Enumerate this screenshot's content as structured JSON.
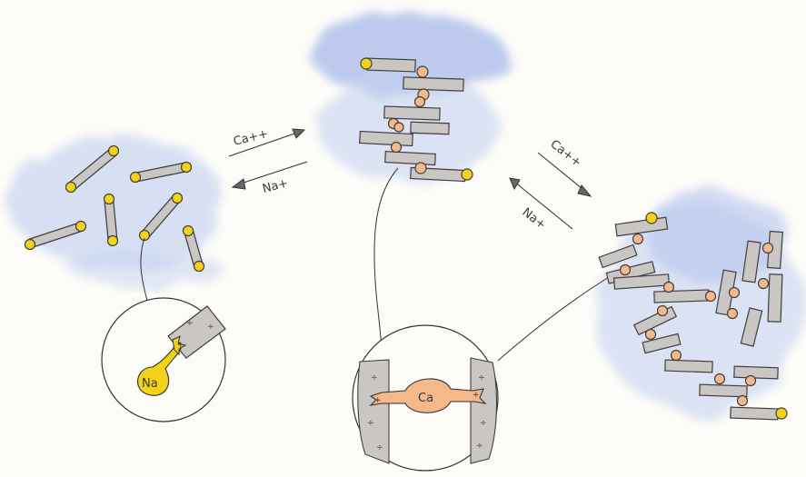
{
  "labels": {
    "arrow_top_right": "Ca++",
    "arrow_top_left": "Na+",
    "arrow_right_down": "Ca++",
    "arrow_right_up": "Na+",
    "ion_sodium": "Na",
    "ion_calcium": "Ca",
    "charge_plus": "+",
    "charge_minus": "-"
  },
  "colors": {
    "blue_wash": "#b9c9ee",
    "rod_gray": "#c9c6c3",
    "rod_outline": "#3f3f3f",
    "yellow_end": "#f2d21a",
    "calcium_orange": "#f4b88a",
    "ink": "#333333"
  }
}
